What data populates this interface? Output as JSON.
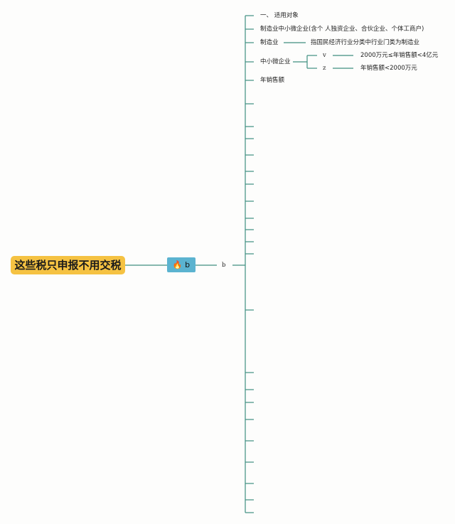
{
  "root": {
    "label": "这些税只申报不用交税"
  },
  "hub": {
    "icon": "fire-icon",
    "label": "b"
  },
  "branch": {
    "label": "b"
  },
  "items": {
    "item1": "一、 适用对象",
    "item2": "制造业中小微企业(含个 人独资企业、合伙企业、个体工商户)",
    "item3": "制造业",
    "item3_detail": "指国民经济行业分类中行业门类为制造业",
    "item4": "中小微企业",
    "item4_sub_v": "v",
    "item4_sub_v_detail": "2000万元≤年销售额<4亿元",
    "item4_sub_z": "z",
    "item4_sub_z_detail": "年销售额<2000万元",
    "item5": "年销售额"
  },
  "colors": {
    "line": "#3f8f80",
    "root_bg": "#f5c242",
    "hub_bg": "#5bb3d0"
  }
}
